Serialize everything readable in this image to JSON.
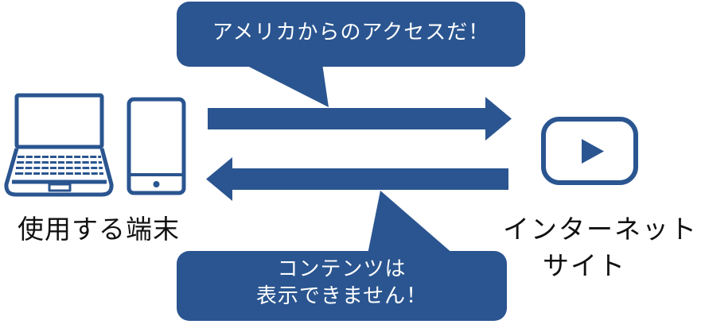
{
  "colors": {
    "primary": "#2a5590",
    "bubble_text": "#ffffff",
    "label_text": "#111111",
    "background": "#ffffff"
  },
  "top_bubble": {
    "text": "アメリカからのアクセスだ！"
  },
  "bottom_bubble": {
    "line1": "コンテンツは",
    "line2": "表示できません！"
  },
  "device": {
    "label": "使用する端末",
    "icons": [
      "laptop-icon",
      "smartphone-icon"
    ]
  },
  "site": {
    "label_line1": "インターネット",
    "label_line2": "サイト",
    "icon": "video-play-icon"
  }
}
